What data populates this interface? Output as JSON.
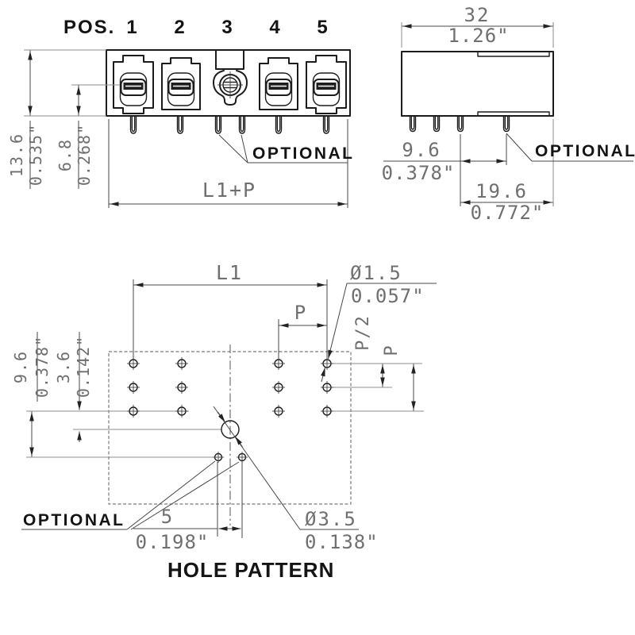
{
  "front": {
    "pos_label": "POS.",
    "positions": [
      "1",
      "2",
      "3",
      "4",
      "5"
    ],
    "height_mm": "13.6",
    "height_in": "0.535\"",
    "slot_mm": "6.8",
    "slot_in": "0.268\"",
    "length_label": "L1+P",
    "optional": "OPTIONAL"
  },
  "side": {
    "width_mm": "32",
    "width_in": "1.26\"",
    "pin_mm": "9.6",
    "pin_in": "0.378\"",
    "offset_mm": "19.6",
    "offset_in": "0.772\"",
    "optional": "OPTIONAL"
  },
  "holes": {
    "l1": "L1",
    "p_horizontal": "P",
    "p_half": "P/2",
    "p_vertical": "P",
    "small_dia": "Ø1.5",
    "small_dia_in": "0.057\"",
    "row_mm": "9.6",
    "row_in": "0.378\"",
    "center_mm": "3.6",
    "center_in": "0.142\"",
    "opt_mm": "5",
    "opt_in": "0.198\"",
    "big_dia": "Ø3.5",
    "big_dia_in": "0.138\"",
    "optional": "OPTIONAL",
    "title": "HOLE PATTERN"
  },
  "colors": {
    "object_line": "#1c1c1c",
    "dimension_line": "#474747",
    "extension_line": "#8c8c8c",
    "dimension_text": "#6f6f6f",
    "label_text": "#141414",
    "background": "#ffffff"
  }
}
